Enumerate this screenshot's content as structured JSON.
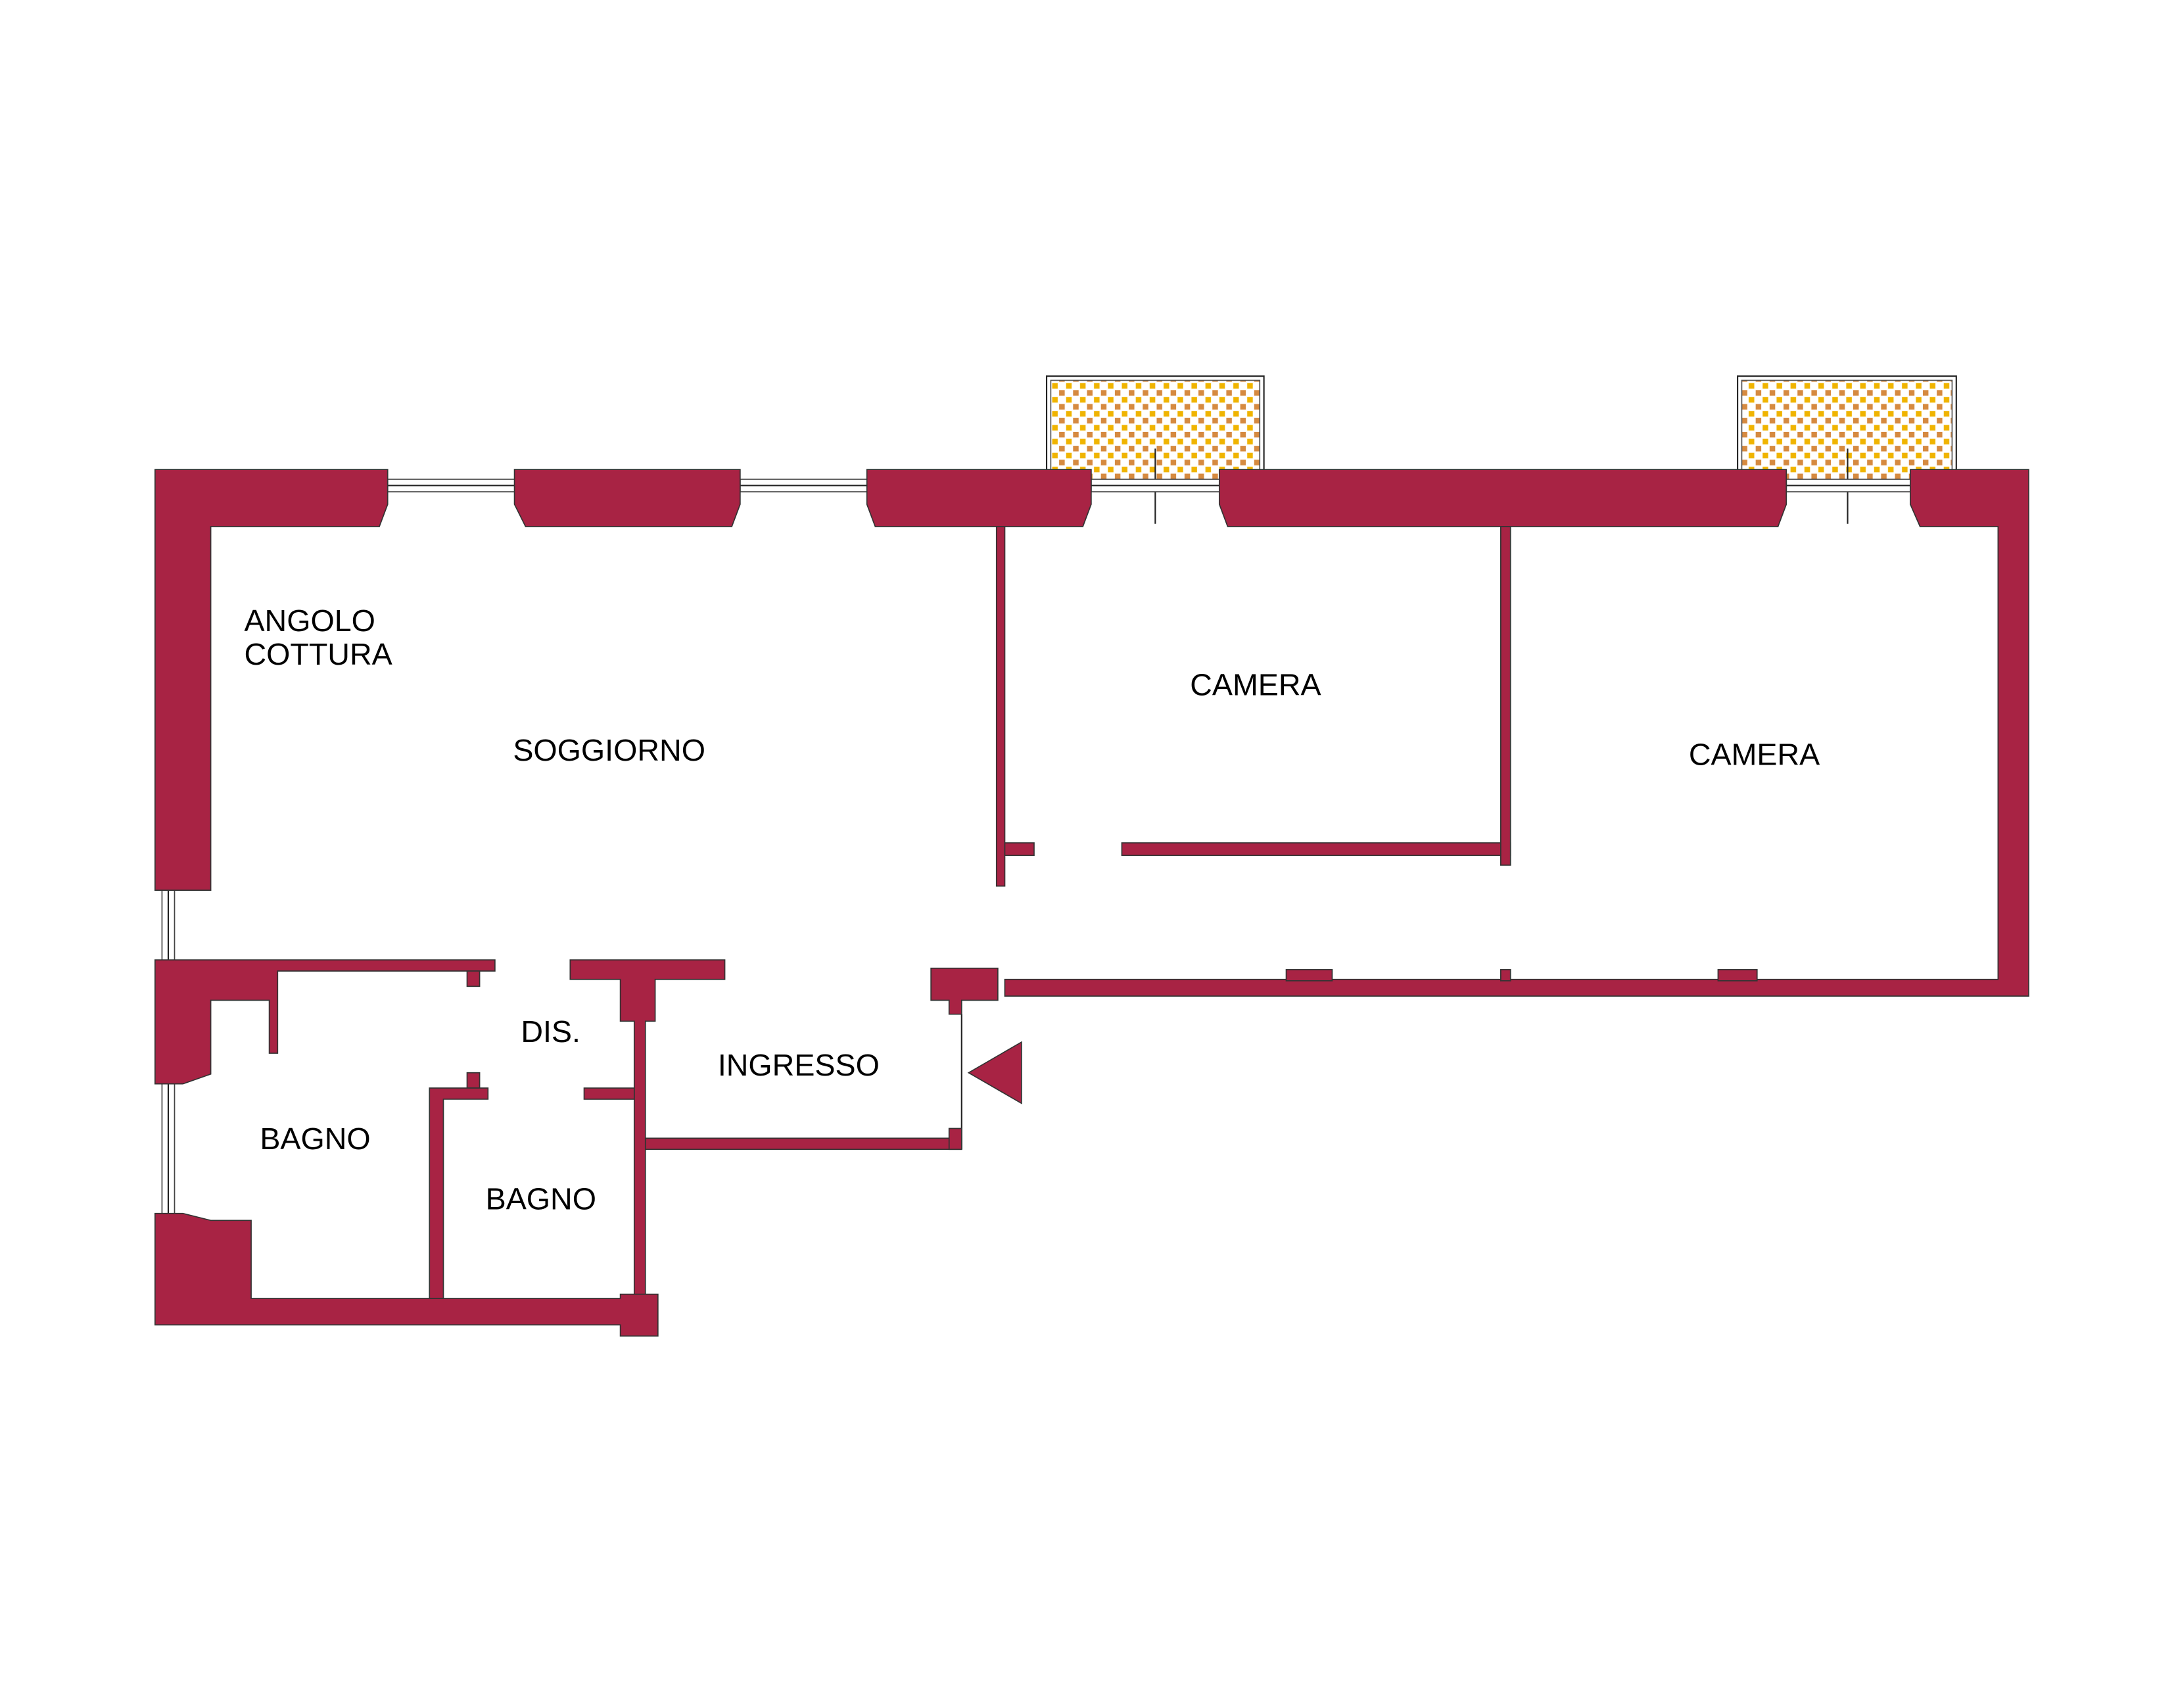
{
  "rooms": {
    "kitchen_line1": "ANGOLO",
    "kitchen_line2": "COTTURA",
    "living": "SOGGIORNO",
    "bedroom1": "CAMERA",
    "bedroom2": "CAMERA",
    "hall": "DIS.",
    "entrance": "INGRESSO",
    "bathroom1": "BAGNO",
    "bathroom2": "BAGNO"
  },
  "colors": {
    "wall": "#A82344",
    "balcony_a": "#F0B400",
    "balcony_b": "#D68A40"
  }
}
